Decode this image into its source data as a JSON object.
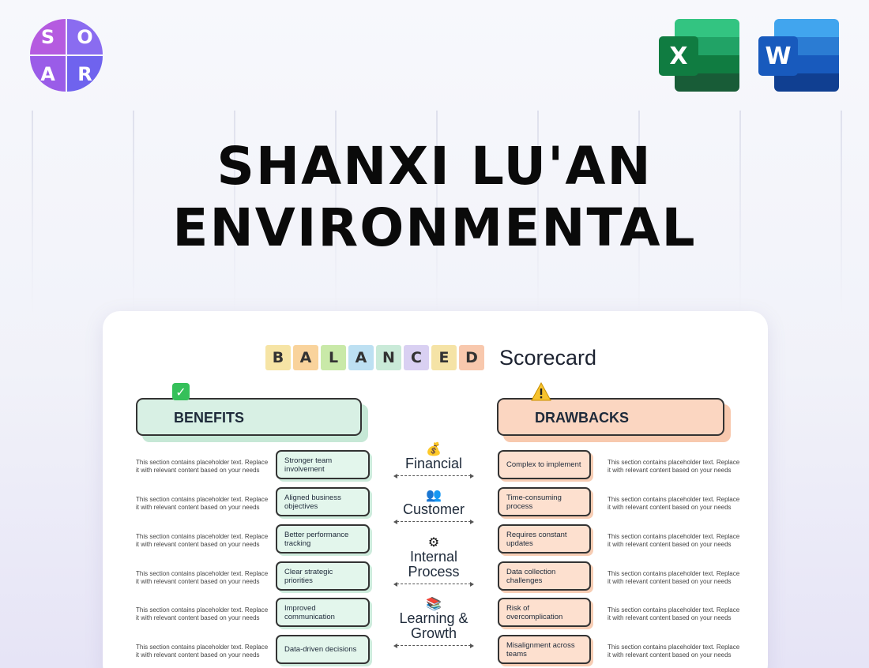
{
  "logo": {
    "letters": [
      "S",
      "O",
      "A",
      "R"
    ]
  },
  "apps": {
    "excel_letter": "X",
    "word_letter": "W"
  },
  "headline": {
    "line1": "SHANXI LU'AN",
    "line2": "ENVIRONMENTAL"
  },
  "card": {
    "title_tiles": [
      {
        "letter": "B",
        "color": "#f6e4a5"
      },
      {
        "letter": "A",
        "color": "#f9d39c"
      },
      {
        "letter": "L",
        "color": "#c9e9a8"
      },
      {
        "letter": "A",
        "color": "#bde0f2"
      },
      {
        "letter": "N",
        "color": "#c9ead8"
      },
      {
        "letter": "C",
        "color": "#d9d0f2"
      },
      {
        "letter": "E",
        "color": "#f5e3a6"
      },
      {
        "letter": "D",
        "color": "#f8c8ad"
      }
    ],
    "title_word": "Scorecard",
    "benefits_label": "BENEFITS",
    "drawbacks_label": "DRAWBACKS",
    "benefits": [
      "Stronger team involvement",
      "Aligned business objectives",
      "Better performance tracking",
      "Clear strategic priorities",
      "Improved communication",
      "Data-driven decisions"
    ],
    "drawbacks": [
      "Complex to implement",
      "Time-consuming process",
      "Requires constant updates",
      "Data collection challenges",
      "Risk of overcomplication",
      "Misalignment across teams"
    ],
    "placeholder": "This section contains placeholder text. Replace it with relevant content based on your needs",
    "perspectives": [
      {
        "icon": "money-bag-icon",
        "glyph": "💰",
        "label": "Financial"
      },
      {
        "icon": "people-icon",
        "glyph": "👥",
        "label": "Customer"
      },
      {
        "icon": "gear-icon",
        "glyph": "⚙",
        "label": "Internal Process"
      },
      {
        "icon": "books-icon",
        "glyph": "📚",
        "label": "Learning & Growth"
      }
    ]
  }
}
